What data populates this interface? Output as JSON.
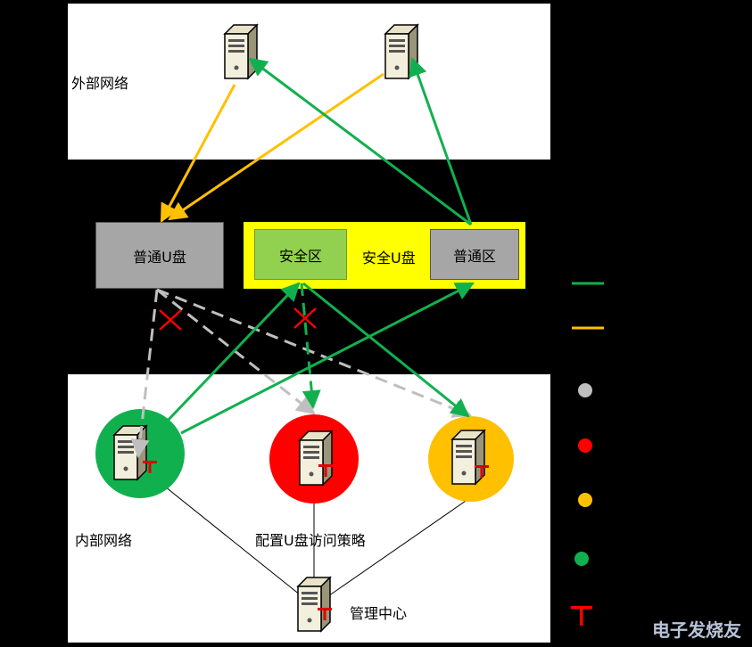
{
  "zones": {
    "external": {
      "label": "外部网络"
    },
    "internal": {
      "label": "内部网络"
    }
  },
  "usb": {
    "normal_disk": {
      "label": "普通U盘"
    },
    "secure_disk": {
      "label": "安全U盘",
      "secure_zone": "安全区",
      "normal_zone": "普通区"
    }
  },
  "internal_nodes": {
    "policy_label": "配置U盘访问策略",
    "mgmt_label": "管理中心"
  },
  "colors": {
    "green": "#11b04f",
    "yellow": "#ffc000",
    "gray": "#bfbfbf",
    "red": "#ff0000",
    "secure_disk_bg": "#ffff00",
    "secure_zone_bg": "#92d050",
    "normal_disk_bg": "#a6a6a6"
  },
  "watermark": "电子发烧友"
}
